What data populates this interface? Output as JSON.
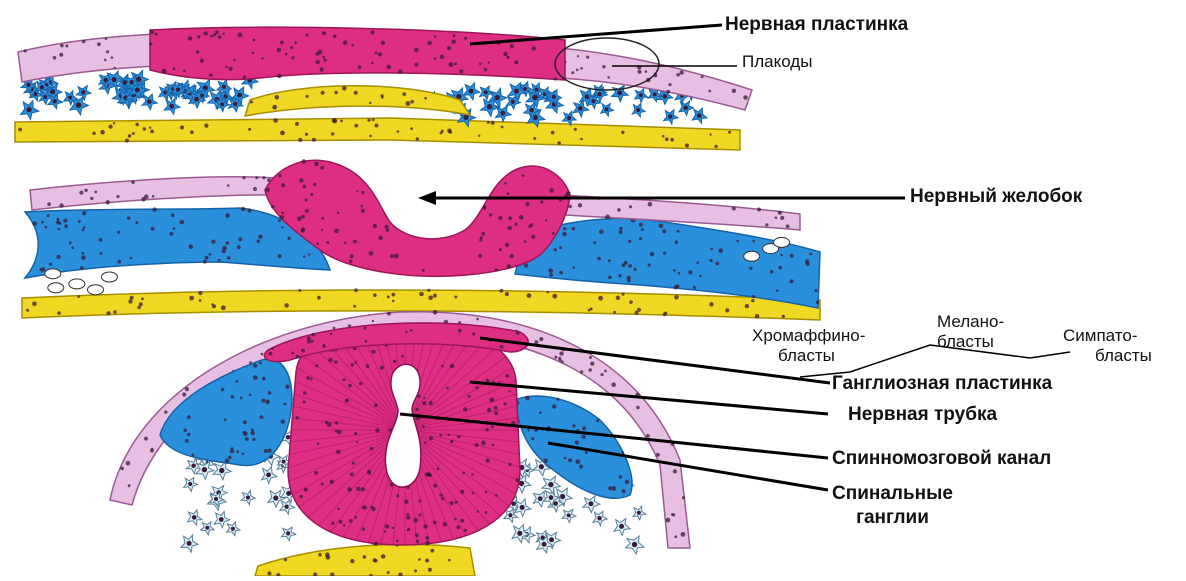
{
  "colors": {
    "neural_pink": "#de2e82",
    "neural_pink_dark": "#9c1658",
    "ectoderm_lilac": "#e7bfe2",
    "ectoderm_edge": "#9b5a93",
    "mesenchyme_blue": "#2a90dc",
    "mesenchyme_blue_dark": "#1562a8",
    "endoderm_yellow": "#f0d822",
    "endoderm_edge": "#a68e00",
    "light_cell_fill": "#d8eef9",
    "nucleus": "#3a1c3a",
    "canal": "#ffffff",
    "line": "#000000"
  },
  "labels": {
    "neural_plate": "Нервная пластинка",
    "placodes": "Плакоды",
    "neural_groove": "Нервный желобок",
    "chromaffinoblasts": [
      "Хромаффино-",
      "бласты"
    ],
    "melanoblasts": [
      "Мелано-",
      "бласты"
    ],
    "sympathoblasts": [
      "Симпато-",
      "бласты"
    ],
    "ganglion_plate": "Ганглиозная пластинка",
    "neural_tube": "Нервная трубка",
    "spinal_canal": "Спинномозговой канал",
    "spinal_ganglia": [
      "Спинальные",
      "ганглии"
    ]
  }
}
